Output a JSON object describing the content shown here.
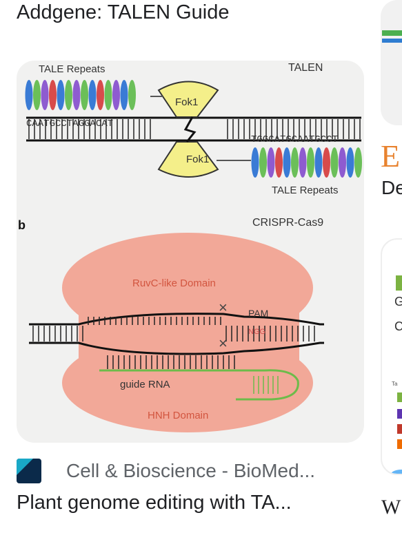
{
  "top_title": "Addgene: TALEN Guide",
  "result": {
    "source_name": "Cell & Bioscience - BioMed...",
    "title": "Plant genome editing with TA..."
  },
  "figure": {
    "tale_repeats_top": "TALE Repeats",
    "talen_label": "TALEN",
    "seq_top": "CAATGCCTAGGACAT",
    "fok1_top": "Fok1",
    "fok1_bottom": "Fok1",
    "seq_bottom": "TGGCATGCAATGCCT",
    "tale_repeats_bottom": "TALE Repeats",
    "panel_b": "b",
    "crispr_label": "CRISPR-Cas9",
    "ruvc_label": "RuvC-like Domain",
    "pam_label": "PAM",
    "pam_seq": "NGG",
    "guide_rna_label": "guide RNA",
    "hnh_label": "HNH Domain"
  },
  "peek": {
    "letter": "E",
    "de_text": "De",
    "w_text": "W",
    "card2_g": "G",
    "card2_c": "C",
    "card2_ta": "Ta"
  },
  "colors": {
    "accent_orange": "#e8822e",
    "source_logo_dark": "#0b2a4a",
    "source_logo_teal": "#19a8c7",
    "nuclease_body": "#f2a898",
    "fok1_yellow": "#f4ef8a"
  }
}
